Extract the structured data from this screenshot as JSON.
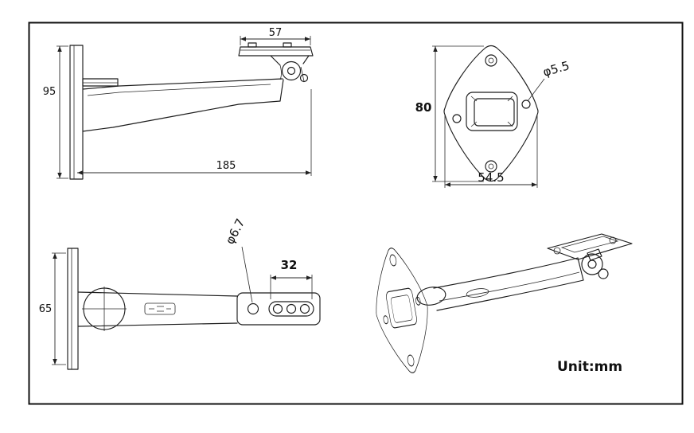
{
  "unit_label": "Unit:mm",
  "dims": {
    "side_height": "95",
    "side_head_width": "57",
    "side_length": "185",
    "plate_height": "80",
    "plate_hole_dia": "φ5.5",
    "plate_width": "54.5",
    "top_width": "65",
    "top_hole_dia": "φ6.7",
    "top_slot_length": "32"
  }
}
